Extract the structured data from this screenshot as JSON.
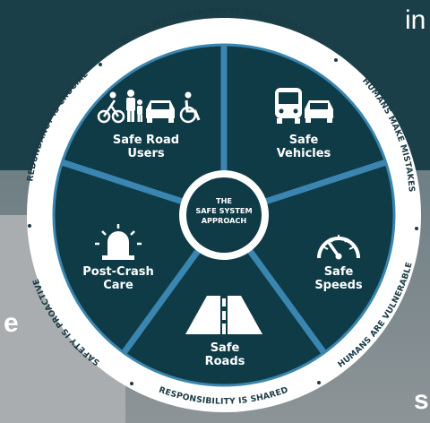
{
  "center": {
    "lines": [
      "THE",
      "SAFE SYSTEM",
      "APPROACH"
    ]
  },
  "segments": [
    {
      "id": "users",
      "lines": [
        "Safe Road",
        "Users"
      ],
      "icon": "people-vehicles-icon"
    },
    {
      "id": "vehicles",
      "lines": [
        "Safe",
        "Vehicles"
      ],
      "icon": "bus-car-icon"
    },
    {
      "id": "speeds",
      "lines": [
        "Safe",
        "Speeds"
      ],
      "icon": "speedometer-icon"
    },
    {
      "id": "roads",
      "lines": [
        "Safe",
        "Roads"
      ],
      "icon": "road-icon"
    },
    {
      "id": "postcrash",
      "lines": [
        "Post-Crash",
        "Care"
      ],
      "icon": "siren-icon"
    }
  ],
  "principles": [
    "DEATH/SERIOUS INJURY IS UNACCEPTABLE",
    "HUMANS MAKE MISTAKES",
    "HUMANS ARE VULNERABLE",
    "RESPONSIBILITY IS SHARED",
    "SAFETY IS PROACTIVE",
    "REDUNDANCY IS CRUCIAL"
  ],
  "background_fragments": {
    "top_right": "in",
    "left": "e",
    "bottom_right": "s"
  },
  "colors": {
    "segment": "#0f3b46",
    "divider": "#3a86b0",
    "ring": "#ffffff",
    "ring_text": "#1a3a44",
    "backdrop_dark": "#1b3f49"
  }
}
